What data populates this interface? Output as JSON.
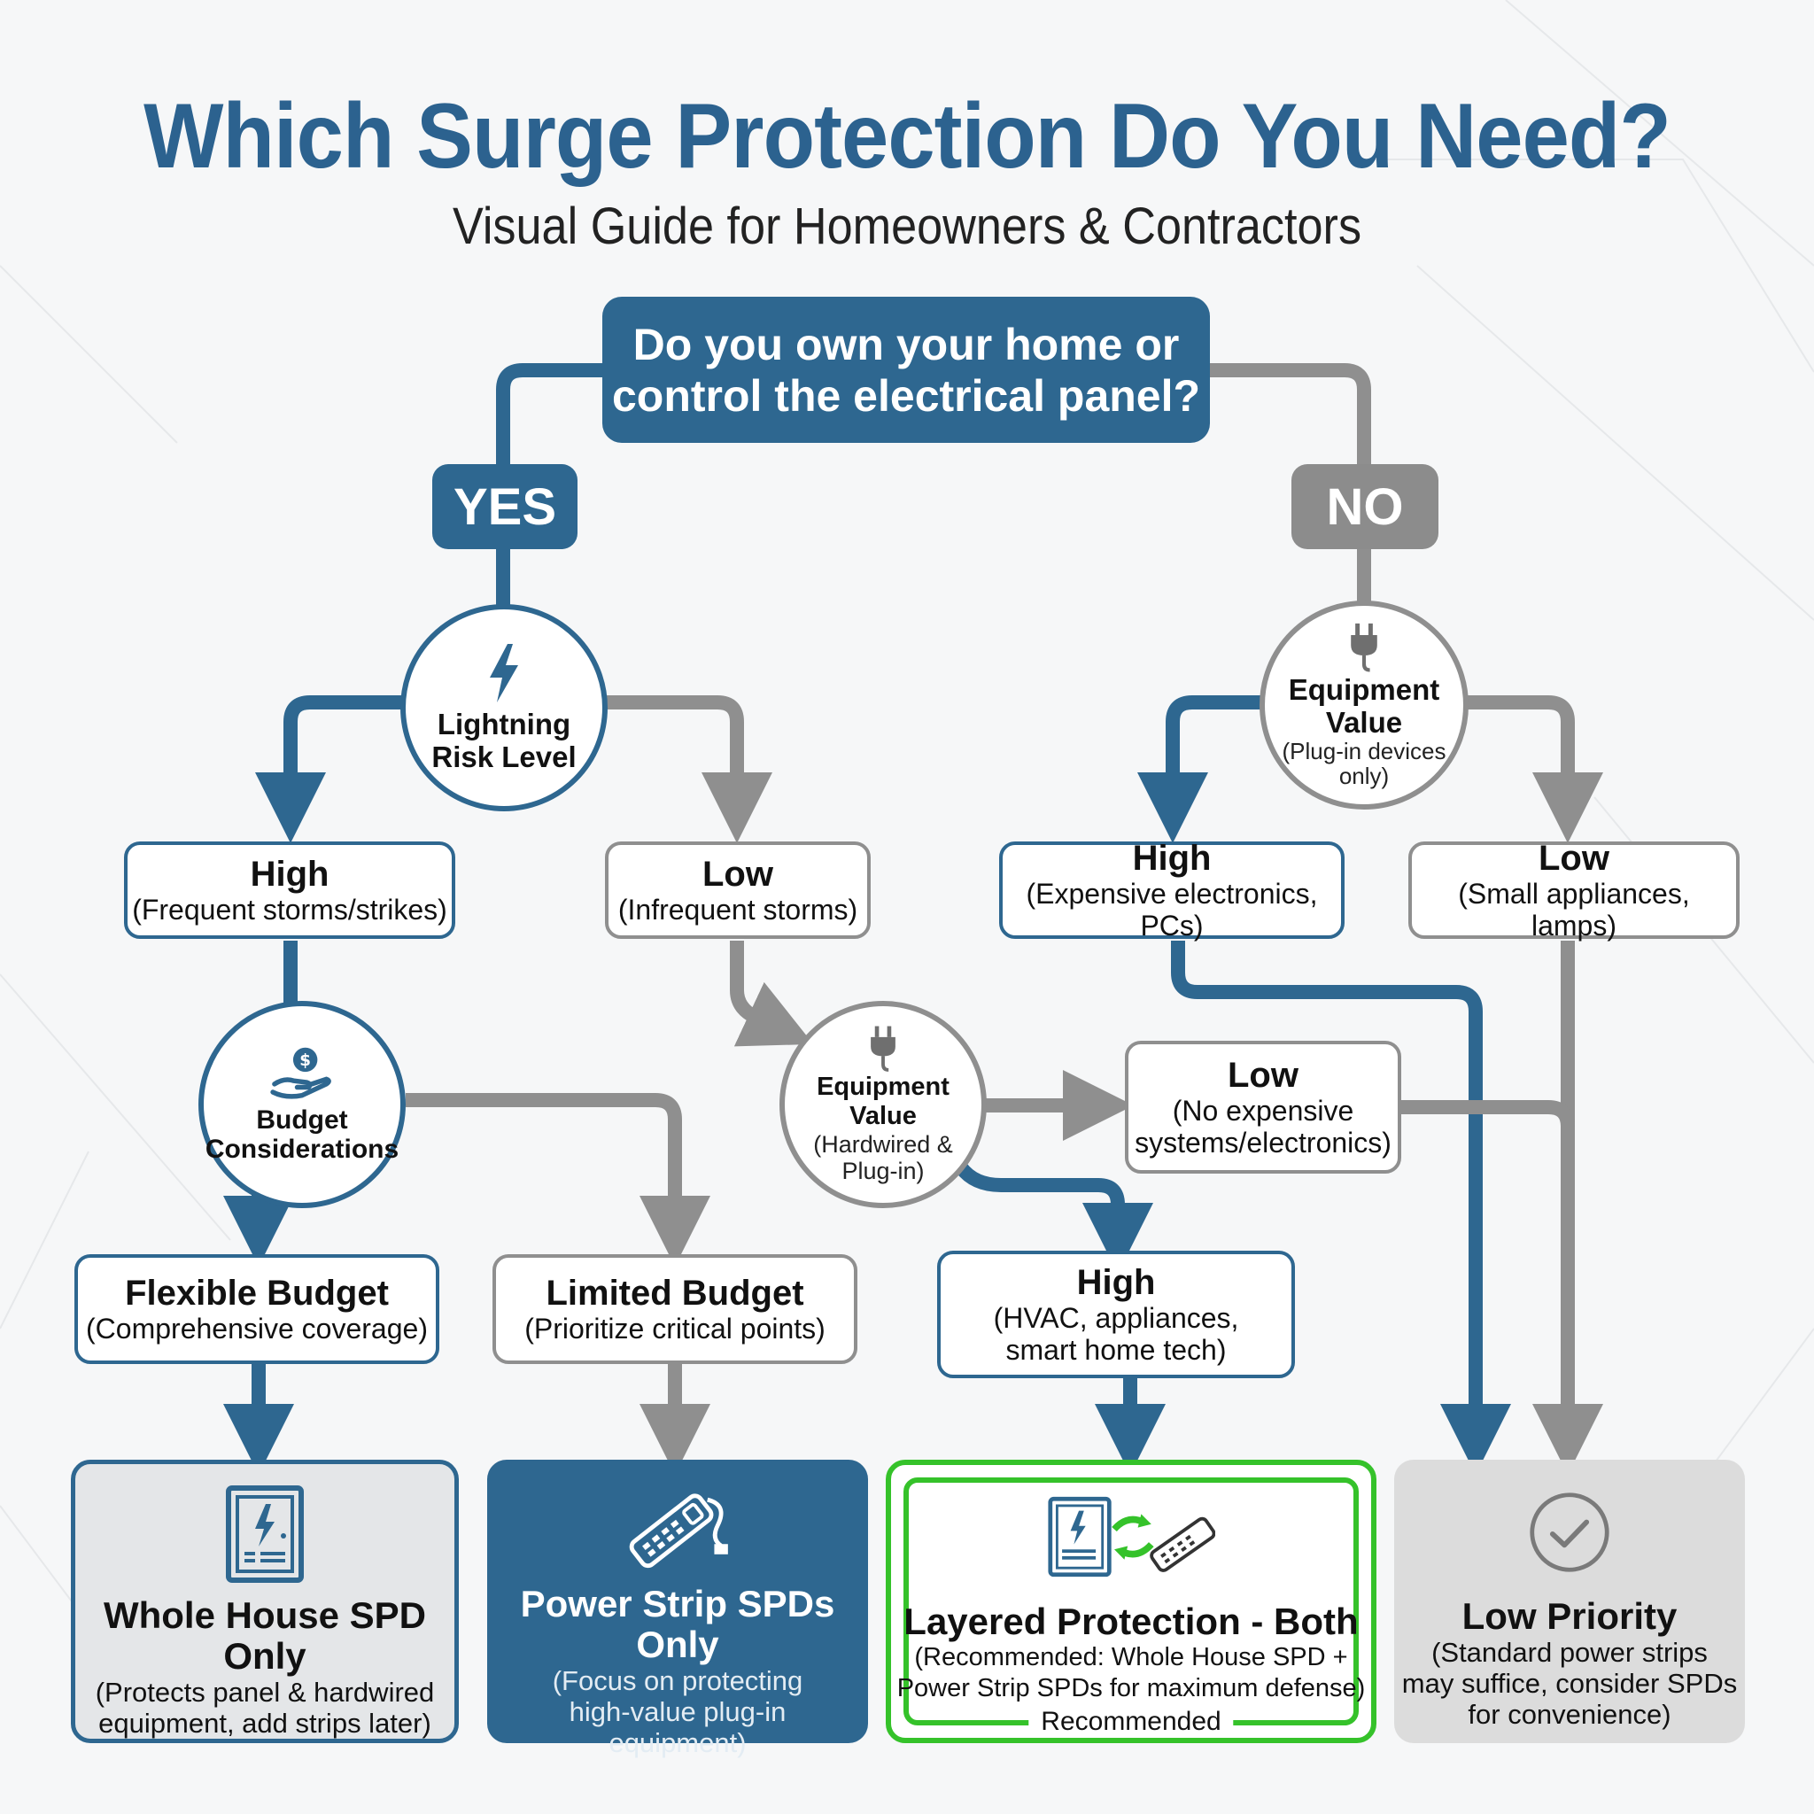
{
  "title": "Which Surge Protection Do You Need?",
  "subtitle": "Visual Guide for Homeowners & Contractors",
  "question": {
    "line1": "Do you own your home or",
    "line2": "control the electrical panel?"
  },
  "branches": {
    "yes": "YES",
    "no": "NO"
  },
  "lightning": {
    "line1": "Lightning",
    "line2": "Risk Level"
  },
  "equipment_plugin": {
    "line1": "Equipment",
    "line2": "Value",
    "sub1": "(Plug-in devices",
    "sub2": "only)"
  },
  "lightning_high": {
    "heading": "High",
    "detail": "(Frequent storms/strikes)"
  },
  "lightning_low": {
    "heading": "Low",
    "detail": "(Infrequent storms)"
  },
  "plugin_high": {
    "heading": "High",
    "detail": "(Expensive electronics, PCs)"
  },
  "plugin_low": {
    "heading": "Low",
    "detail": "(Small appliances, lamps)"
  },
  "budget": {
    "line1": "Budget",
    "line2": "Considerations"
  },
  "equipment_all": {
    "title": "Equipment Value",
    "sub1": "(Hardwired &",
    "sub2": "Plug-in)"
  },
  "all_low": {
    "heading": "Low",
    "detail1": "(No expensive",
    "detail2": "systems/electronics)"
  },
  "flexible_budget": {
    "heading": "Flexible Budget",
    "detail": "(Comprehensive coverage)"
  },
  "limited_budget": {
    "heading": "Limited Budget",
    "detail": "(Prioritize critical points)"
  },
  "all_high": {
    "heading": "High",
    "detail1": "(HVAC, appliances,",
    "detail2": "smart home tech)"
  },
  "outcomes": {
    "whole_house": {
      "heading": "Whole House SPD Only",
      "line1": "(Protects panel & hardwired",
      "line2": "equipment, add strips later)",
      "icon": "panel-lightning-icon"
    },
    "power_strip": {
      "heading": "Power Strip SPDs Only",
      "line1": "(Focus on protecting",
      "line2": "high-value plug-in",
      "line3": "equipment)",
      "icon": "power-strip-icon"
    },
    "layered": {
      "heading": "Layered Protection - Both",
      "line1": "(Recommended: Whole House SPD +",
      "line2": "Power Strip SPDs for maximum defense)",
      "badge": "Recommended",
      "icon": "panel-swap-strip-icon"
    },
    "low_priority": {
      "heading": "Low Priority",
      "line1": "(Standard power strips",
      "line2": "may suffice, consider SPDs",
      "line3": "for convenience)",
      "icon": "check-circle-icon"
    }
  },
  "colors": {
    "blue": "#2e6790",
    "title_blue": "#2c628f",
    "gray": "#8f8f8f",
    "green": "#35c22a"
  }
}
